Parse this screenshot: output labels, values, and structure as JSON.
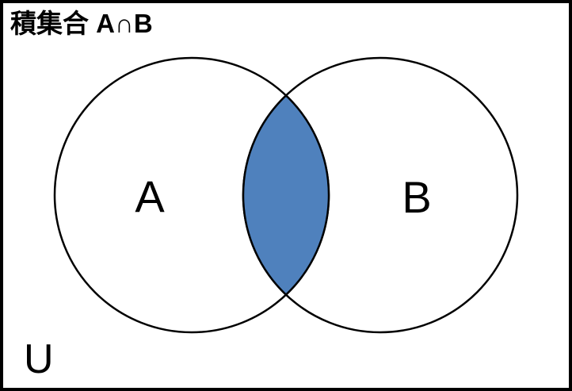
{
  "title": "積集合  A∩B",
  "labels": {
    "set_a": "A",
    "set_b": "B",
    "universe": "U"
  },
  "colors": {
    "intersection_fill": "#4F81BD",
    "outline": "#000000",
    "background": "#FFFFFF"
  }
}
